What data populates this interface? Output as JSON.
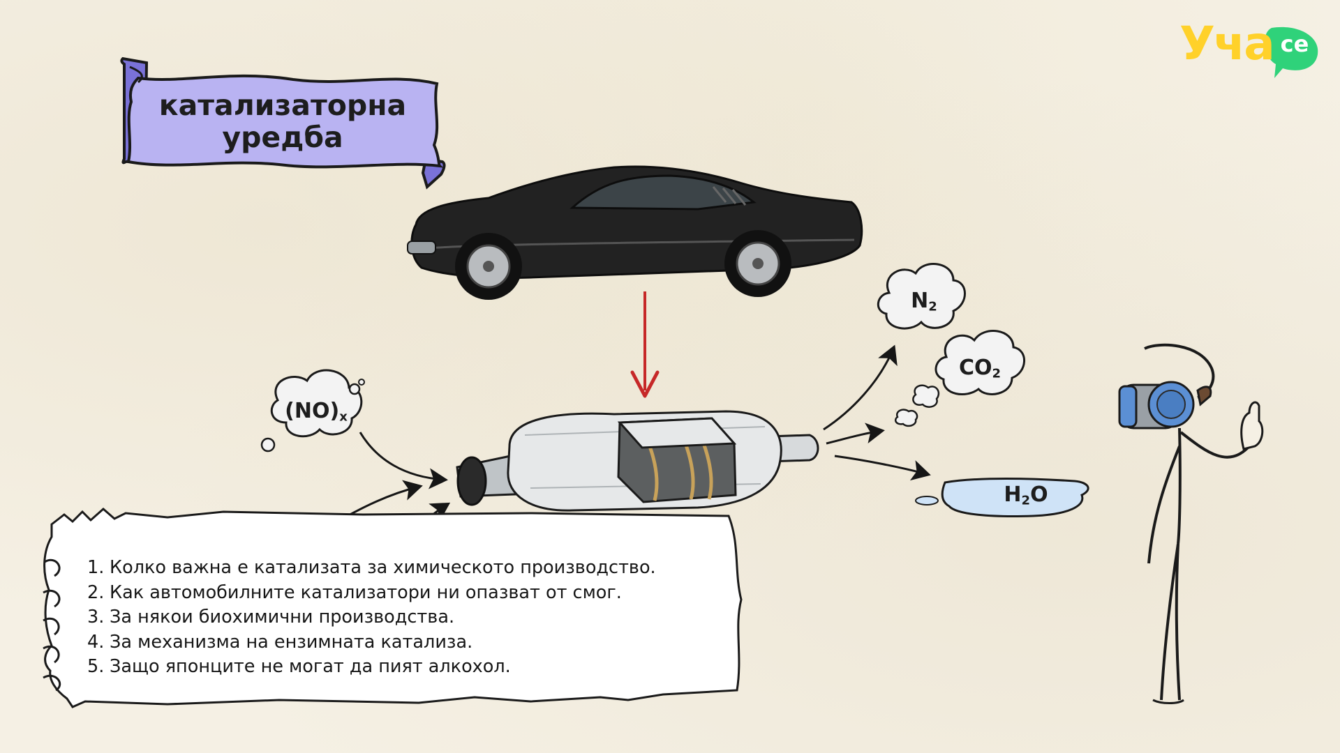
{
  "logo": {
    "text": "Уча",
    "badge": "се",
    "brand_color": "#ffd12a",
    "badge_color": "#2fd27a"
  },
  "banner": {
    "line1": "катализаторна",
    "line2": "уредба",
    "color": "#b9b3f2",
    "roll_color": "#7a72d8"
  },
  "molecules": {
    "nox": {
      "main": "(NO)",
      "sub": "x"
    },
    "n2": {
      "main": "N",
      "sub": "2"
    },
    "co2": {
      "main": "CO",
      "sub": "2"
    },
    "h2o": {
      "main": "H",
      "sub": "2",
      "tail": "O"
    }
  },
  "questions": [
    {
      "num": "1.",
      "text": "Колко важна е катализата за химическото производство."
    },
    {
      "num": "2.",
      "text": "Как автомобилните катализатори ни опазват от смог."
    },
    {
      "num": "3.",
      "text": "За някои биохимични производства."
    },
    {
      "num": "4.",
      "text": "За механизма на ензимната катализа."
    },
    {
      "num": "5.",
      "text": "Защо японците не могат да пият алкохол."
    }
  ],
  "icons": [
    "car-illustration",
    "catalytic-converter-illustration",
    "gas-mask-stick-figure",
    "red-arrow-icon",
    "puddle-icon"
  ]
}
